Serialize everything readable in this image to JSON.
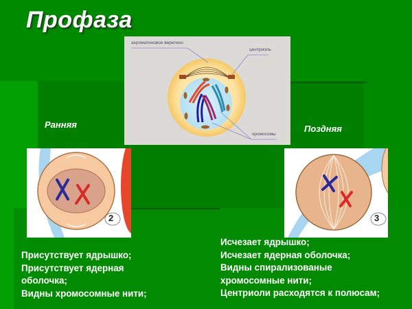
{
  "slide": {
    "title": "Профаза",
    "colors": {
      "background": "#008a00",
      "background_light": "#02a802",
      "background_dark": "#007a00",
      "text": "#ffffff"
    }
  },
  "main_diagram": {
    "labels": {
      "spindle": "ахроматиновое веретено",
      "centriole": "центриоль",
      "chromosomes": "хромосомы"
    }
  },
  "early": {
    "label": "Ранняя",
    "badge": "2",
    "facts": [
      "Присутствует  ядрышко;",
      "Присутствует  ядерная",
      "оболочка;",
      "Видны хромосомные нити;"
    ]
  },
  "late": {
    "label": "Поздняя",
    "badge": "3",
    "facts": [
      "Исчезает  ядрышко;",
      "Исчезает  ядерная оболочка;",
      "Видны спирализованые",
      "хромосомные нити;",
      "Центриоли расходятся к полюсам;"
    ]
  }
}
